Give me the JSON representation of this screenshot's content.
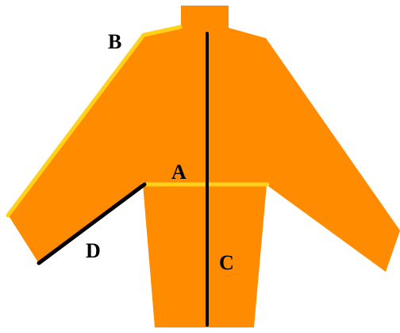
{
  "colors": {
    "background": "#ffffff",
    "jacket_fill": "#ff8c00",
    "highlight_yellow": "#ffd11a",
    "line_black": "#000000",
    "label_text": "#000000"
  },
  "labels": {
    "a": "A",
    "b": "B",
    "c": "C",
    "d": "D"
  }
}
